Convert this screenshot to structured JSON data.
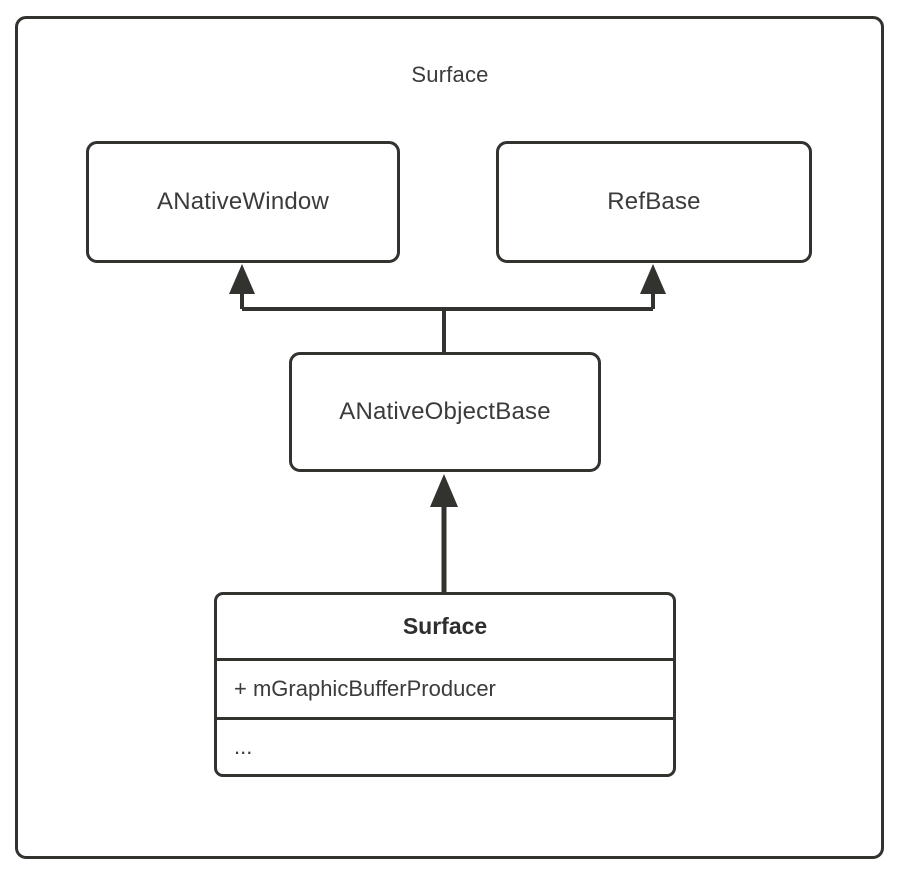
{
  "package": {
    "title": "Surface"
  },
  "nodes": {
    "anativewindow": {
      "label": "ANativeWindow"
    },
    "refbase": {
      "label": "RefBase"
    },
    "anativeobjectbase": {
      "label": "ANativeObjectBase"
    }
  },
  "uml_class": {
    "name": "Surface",
    "attributes": [
      {
        "text": "+ mGraphicBufferProducer"
      }
    ],
    "operations": [
      {
        "text": "..."
      }
    ]
  },
  "relations": [
    {
      "from": "ANativeObjectBase",
      "to": "ANativeWindow",
      "type": "generalization"
    },
    {
      "from": "ANativeObjectBase",
      "to": "RefBase",
      "type": "generalization"
    },
    {
      "from": "Surface",
      "to": "ANativeObjectBase",
      "type": "generalization"
    }
  ],
  "colors": {
    "stroke": "#32322f",
    "text": "#3b3b3b",
    "background": "#ffffff"
  }
}
